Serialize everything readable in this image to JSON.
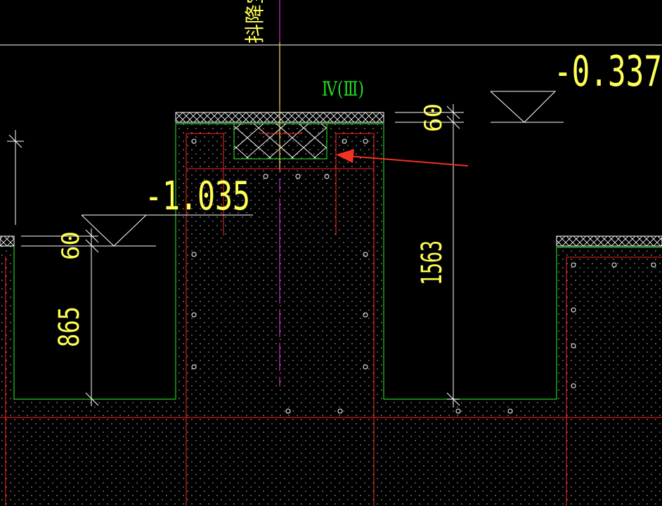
{
  "labels": {
    "vertical_title": "抖降宝",
    "section_mark": "Ⅳ(Ⅲ)",
    "elev_right": "-0.337",
    "elev_left": "-1.035",
    "dim_60_right": "60",
    "dim_60_left": "60",
    "dim_1563": "1563",
    "dim_865": "865"
  },
  "colors": {
    "background": "#000000",
    "concrete_outline": "#22cc22",
    "rebar": "#ff2222",
    "dimension": "#ffffff",
    "text": "#ffff55",
    "axis_magenta": "#cc33cc",
    "axis_yellow": "#ffff55",
    "arrow": "#ee3322"
  }
}
